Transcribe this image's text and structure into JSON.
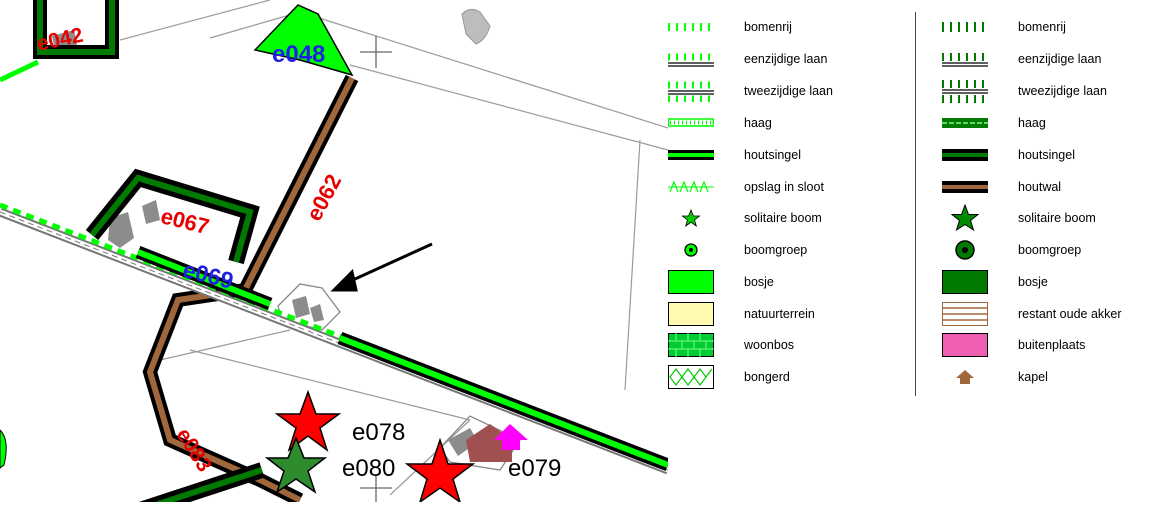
{
  "map": {
    "labels": {
      "e042": "e042",
      "e048": "e048",
      "e062": "e062",
      "e067": "e067",
      "e069": "e069",
      "e078": "e078",
      "e079": "e079",
      "e080": "e080",
      "e083": "e083"
    },
    "colors": {
      "green_light": "#00ff00",
      "green_dark": "#007a00",
      "brown": "#a0673c",
      "red": "#ff0000",
      "magenta": "#ff00ff",
      "maroon": "#a05050",
      "blue_label": "#1f1fe6",
      "red_label": "#e60000",
      "building": "#888888"
    }
  },
  "legend": {
    "left": [
      {
        "label": "bomenrij",
        "icon": "bomenrij-light-icon"
      },
      {
        "label": "eenzijdige laan",
        "icon": "eenzijdige-laan-light-icon"
      },
      {
        "label": "tweezijdige laan",
        "icon": "tweezijdige-laan-light-icon"
      },
      {
        "label": "haag",
        "icon": "haag-light-icon"
      },
      {
        "label": "houtsingel",
        "icon": "houtsingel-light-icon"
      },
      {
        "label": "opslag in sloot",
        "icon": "opslag-in-sloot-icon"
      },
      {
        "label": "solitaire boom",
        "icon": "star-light-icon"
      },
      {
        "label": "boomgroep",
        "icon": "boomgroep-light-icon"
      },
      {
        "label": "bosje",
        "icon": "bosje-light-icon"
      },
      {
        "label": "natuurterrein",
        "icon": "natuurterrein-icon"
      },
      {
        "label": "woonbos",
        "icon": "woonbos-icon"
      },
      {
        "label": "bongerd",
        "icon": "bongerd-icon"
      }
    ],
    "right": [
      {
        "label": "bomenrij",
        "icon": "bomenrij-dark-icon"
      },
      {
        "label": "eenzijdige laan",
        "icon": "eenzijdige-laan-dark-icon"
      },
      {
        "label": "tweezijdige laan",
        "icon": "tweezijdige-laan-dark-icon"
      },
      {
        "label": "haag",
        "icon": "haag-dark-icon"
      },
      {
        "label": "houtsingel",
        "icon": "houtsingel-dark-icon"
      },
      {
        "label": "houtwal",
        "icon": "houtwal-icon"
      },
      {
        "label": "solitaire boom",
        "icon": "star-dark-icon"
      },
      {
        "label": "boomgroep",
        "icon": "boomgroep-dark-icon"
      },
      {
        "label": "bosje",
        "icon": "bosje-dark-icon"
      },
      {
        "label": "restant oude akker",
        "icon": "restant-oude-akker-icon"
      },
      {
        "label": "buitenplaats",
        "icon": "buitenplaats-icon"
      },
      {
        "label": "kapel",
        "icon": "kapel-icon"
      }
    ]
  }
}
